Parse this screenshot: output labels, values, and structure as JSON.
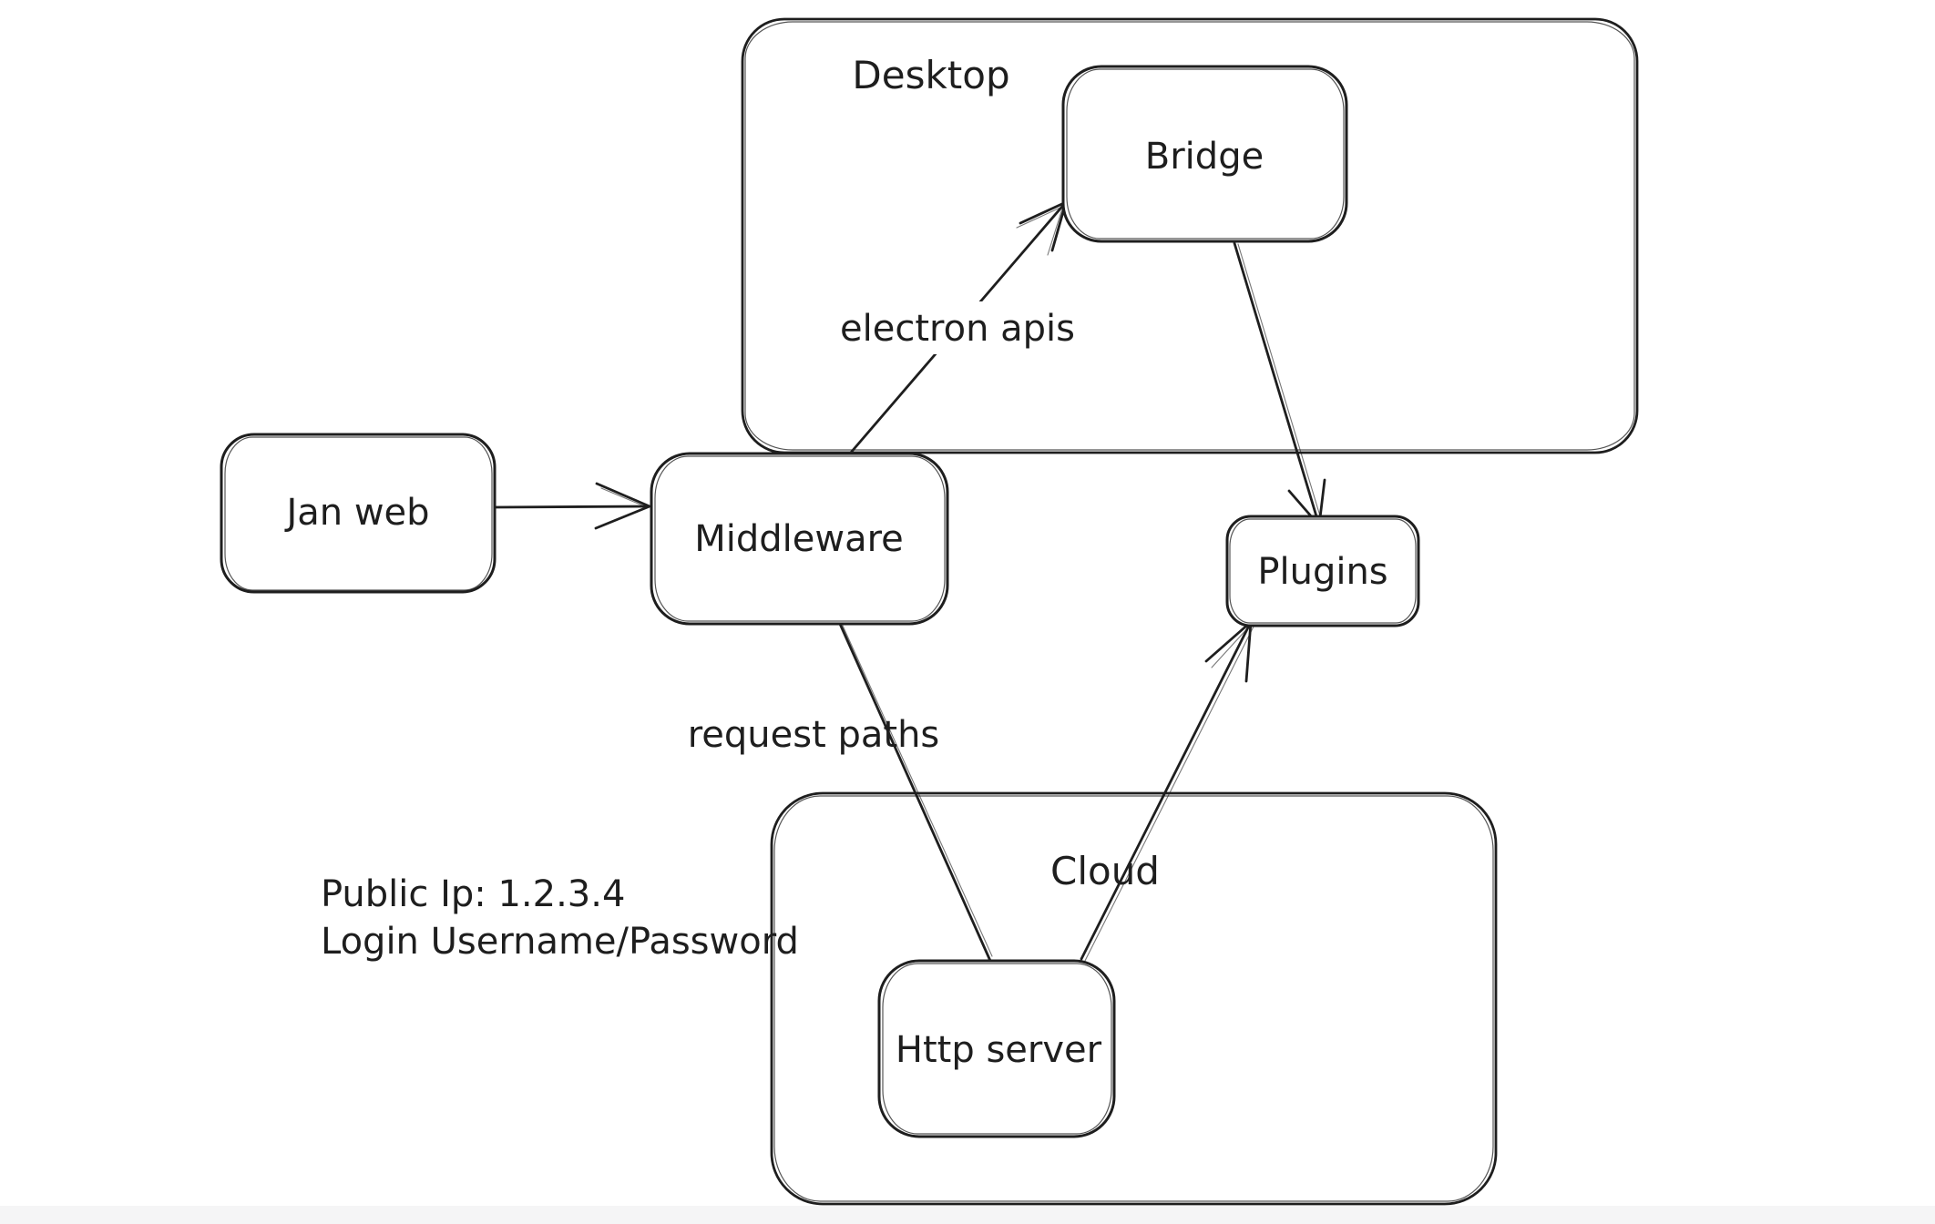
{
  "canvas": {
    "background_color": "#ffffff",
    "stroke_color": "#1e1e1e",
    "bottom_strip_color": "#f5f5f6",
    "style": "hand-drawn whiteboard diagram"
  },
  "containers": [
    {
      "id": "desktop",
      "label": "Desktop"
    },
    {
      "id": "cloud",
      "label": "Cloud"
    }
  ],
  "nodes": [
    {
      "id": "jan-web",
      "label": "Jan web",
      "container": null
    },
    {
      "id": "middleware",
      "label": "Middleware",
      "container": null
    },
    {
      "id": "bridge",
      "label": "Bridge",
      "container": "desktop"
    },
    {
      "id": "plugins",
      "label": "Plugins",
      "container": null
    },
    {
      "id": "http-server",
      "label": "Http server",
      "container": "cloud"
    }
  ],
  "edges": [
    {
      "id": "janweb-to-middleware",
      "from": "jan-web",
      "to": "middleware",
      "label": "",
      "arrowhead": true
    },
    {
      "id": "middleware-to-bridge",
      "from": "middleware",
      "to": "bridge",
      "label": "electron apis",
      "arrowhead": true
    },
    {
      "id": "bridge-to-plugins",
      "from": "bridge",
      "to": "plugins",
      "label": "",
      "arrowhead": true
    },
    {
      "id": "middleware-to-httpserver",
      "from": "middleware",
      "to": "http-server",
      "label": "request paths",
      "arrowhead": false
    },
    {
      "id": "httpserver-to-plugins",
      "from": "http-server",
      "to": "plugins",
      "label": "",
      "arrowhead": true
    }
  ],
  "annotation": {
    "line1": "Public Ip: 1.2.3.4",
    "line2": "Login Username/Password"
  }
}
